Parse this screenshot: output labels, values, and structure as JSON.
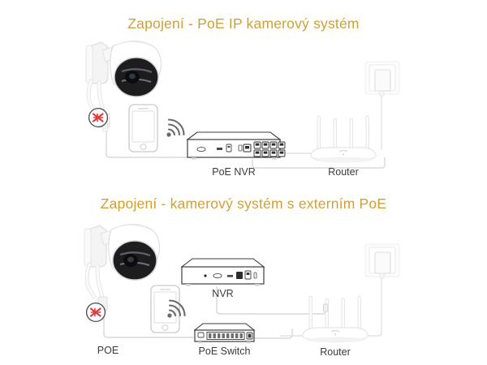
{
  "page": {
    "background": "#ffffff",
    "title_color": "#d1a035",
    "label_color": "#3a3a3a",
    "wire_color": "#d8d8d8",
    "alert_color": "#e03a3a"
  },
  "sections": [
    {
      "id": "section-top",
      "title": "Zapojení - PoE IP kamerový systém",
      "devices": [
        {
          "id": "ptz-camera",
          "label": "",
          "icon": "ptz-dome-camera-icon"
        },
        {
          "id": "no-power-marker",
          "label": "",
          "icon": "no-power-crossed-icon"
        },
        {
          "id": "smartphone",
          "label": "",
          "icon": "smartphone-icon"
        },
        {
          "id": "wifi-signal",
          "label": "",
          "icon": "wifi-waves-icon"
        },
        {
          "id": "poe-nvr",
          "label": "PoE NVR",
          "icon": "poe-nvr-icon",
          "ports": 8
        },
        {
          "id": "router",
          "label": "Router",
          "icon": "router-icon",
          "antennas": 4
        },
        {
          "id": "wall-outlet",
          "label": "",
          "icon": "wall-socket-icon"
        }
      ]
    },
    {
      "id": "section-bottom",
      "title": "Zapojení - kamerový systém s externím PoE",
      "devices": [
        {
          "id": "ptz-camera",
          "label": "",
          "icon": "ptz-dome-camera-icon"
        },
        {
          "id": "poe-marker",
          "label": "POE",
          "icon": "no-power-crossed-icon"
        },
        {
          "id": "smartphone",
          "label": "",
          "icon": "smartphone-icon"
        },
        {
          "id": "wifi-signal",
          "label": "",
          "icon": "wifi-waves-icon"
        },
        {
          "id": "nvr",
          "label": "NVR",
          "icon": "nvr-icon",
          "ports": 0
        },
        {
          "id": "poe-switch",
          "label": "PoE Switch",
          "icon": "poe-switch-icon",
          "ports": 8
        },
        {
          "id": "router",
          "label": "Router",
          "icon": "router-icon",
          "antennas": 4
        },
        {
          "id": "wall-outlet",
          "label": "",
          "icon": "wall-socket-icon"
        }
      ]
    }
  ],
  "labels": {
    "poe_nvr": "PoE NVR",
    "router_top": "Router",
    "poe": "POE",
    "nvr": "NVR",
    "poe_switch": "PoE Switch",
    "router_bottom": "Router"
  }
}
